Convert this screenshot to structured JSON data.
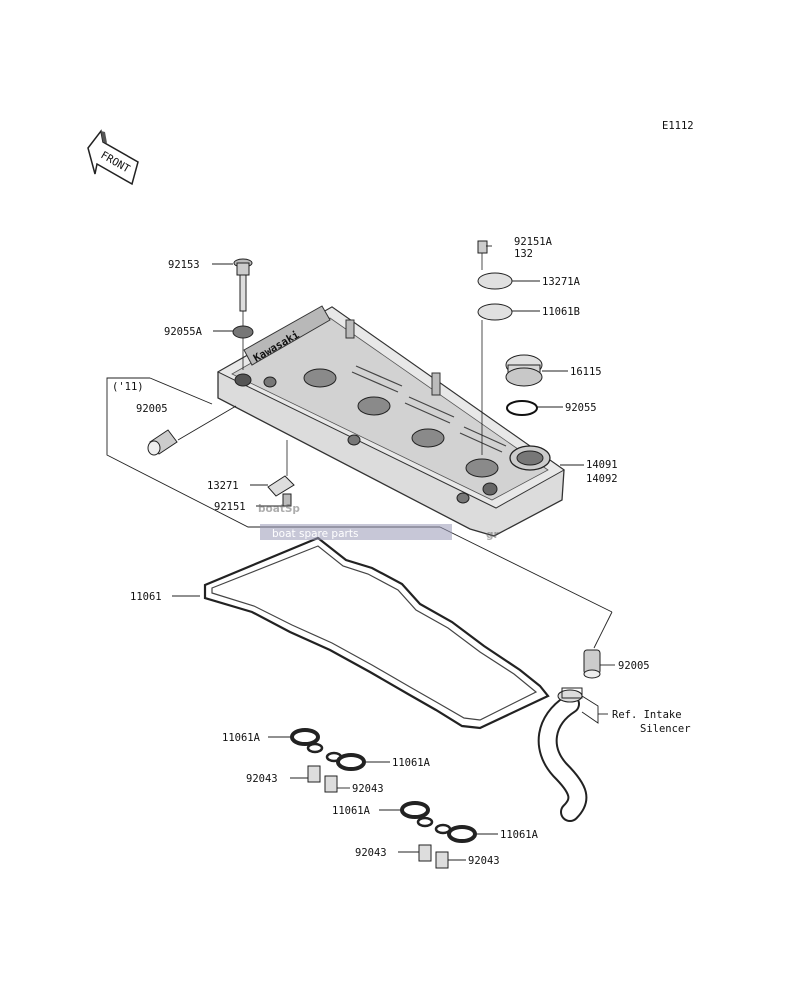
{
  "diagram": {
    "code": "E1112",
    "front_label": "FRONT",
    "year_note": "('11)",
    "brand_on_cover": "Kawasaki",
    "ref_note_line1": "Ref. Intake",
    "ref_note_line2": "Silencer"
  },
  "watermark": {
    "main": "boatSp",
    "suffix": "gr",
    "tagline": "boat spare parts"
  },
  "parts": [
    {
      "id": "p92153",
      "label": "92153"
    },
    {
      "id": "p92055A",
      "label": "92055A"
    },
    {
      "id": "p92005a",
      "label": "92005"
    },
    {
      "id": "p13271",
      "label": "13271"
    },
    {
      "id": "p92151",
      "label": "92151"
    },
    {
      "id": "p92151A",
      "label": "92151A"
    },
    {
      "id": "p132",
      "label": "132"
    },
    {
      "id": "p13271A",
      "label": "13271A"
    },
    {
      "id": "p11061B",
      "label": "11061B"
    },
    {
      "id": "p16115",
      "label": "16115"
    },
    {
      "id": "p92055",
      "label": "92055"
    },
    {
      "id": "p14091",
      "label": "14091"
    },
    {
      "id": "p14092",
      "label": "14092"
    },
    {
      "id": "p11061",
      "label": "11061"
    },
    {
      "id": "p92005b",
      "label": "92005"
    },
    {
      "id": "p11061A_1",
      "label": "11061A"
    },
    {
      "id": "p92043_1",
      "label": "92043"
    },
    {
      "id": "p11061A_2",
      "label": "11061A"
    },
    {
      "id": "p92043_2",
      "label": "92043"
    },
    {
      "id": "p11061A_3",
      "label": "11061A"
    },
    {
      "id": "p11061A_4",
      "label": "11061A"
    },
    {
      "id": "p92043_3",
      "label": "92043"
    },
    {
      "id": "p92043_4",
      "label": "92043"
    }
  ]
}
